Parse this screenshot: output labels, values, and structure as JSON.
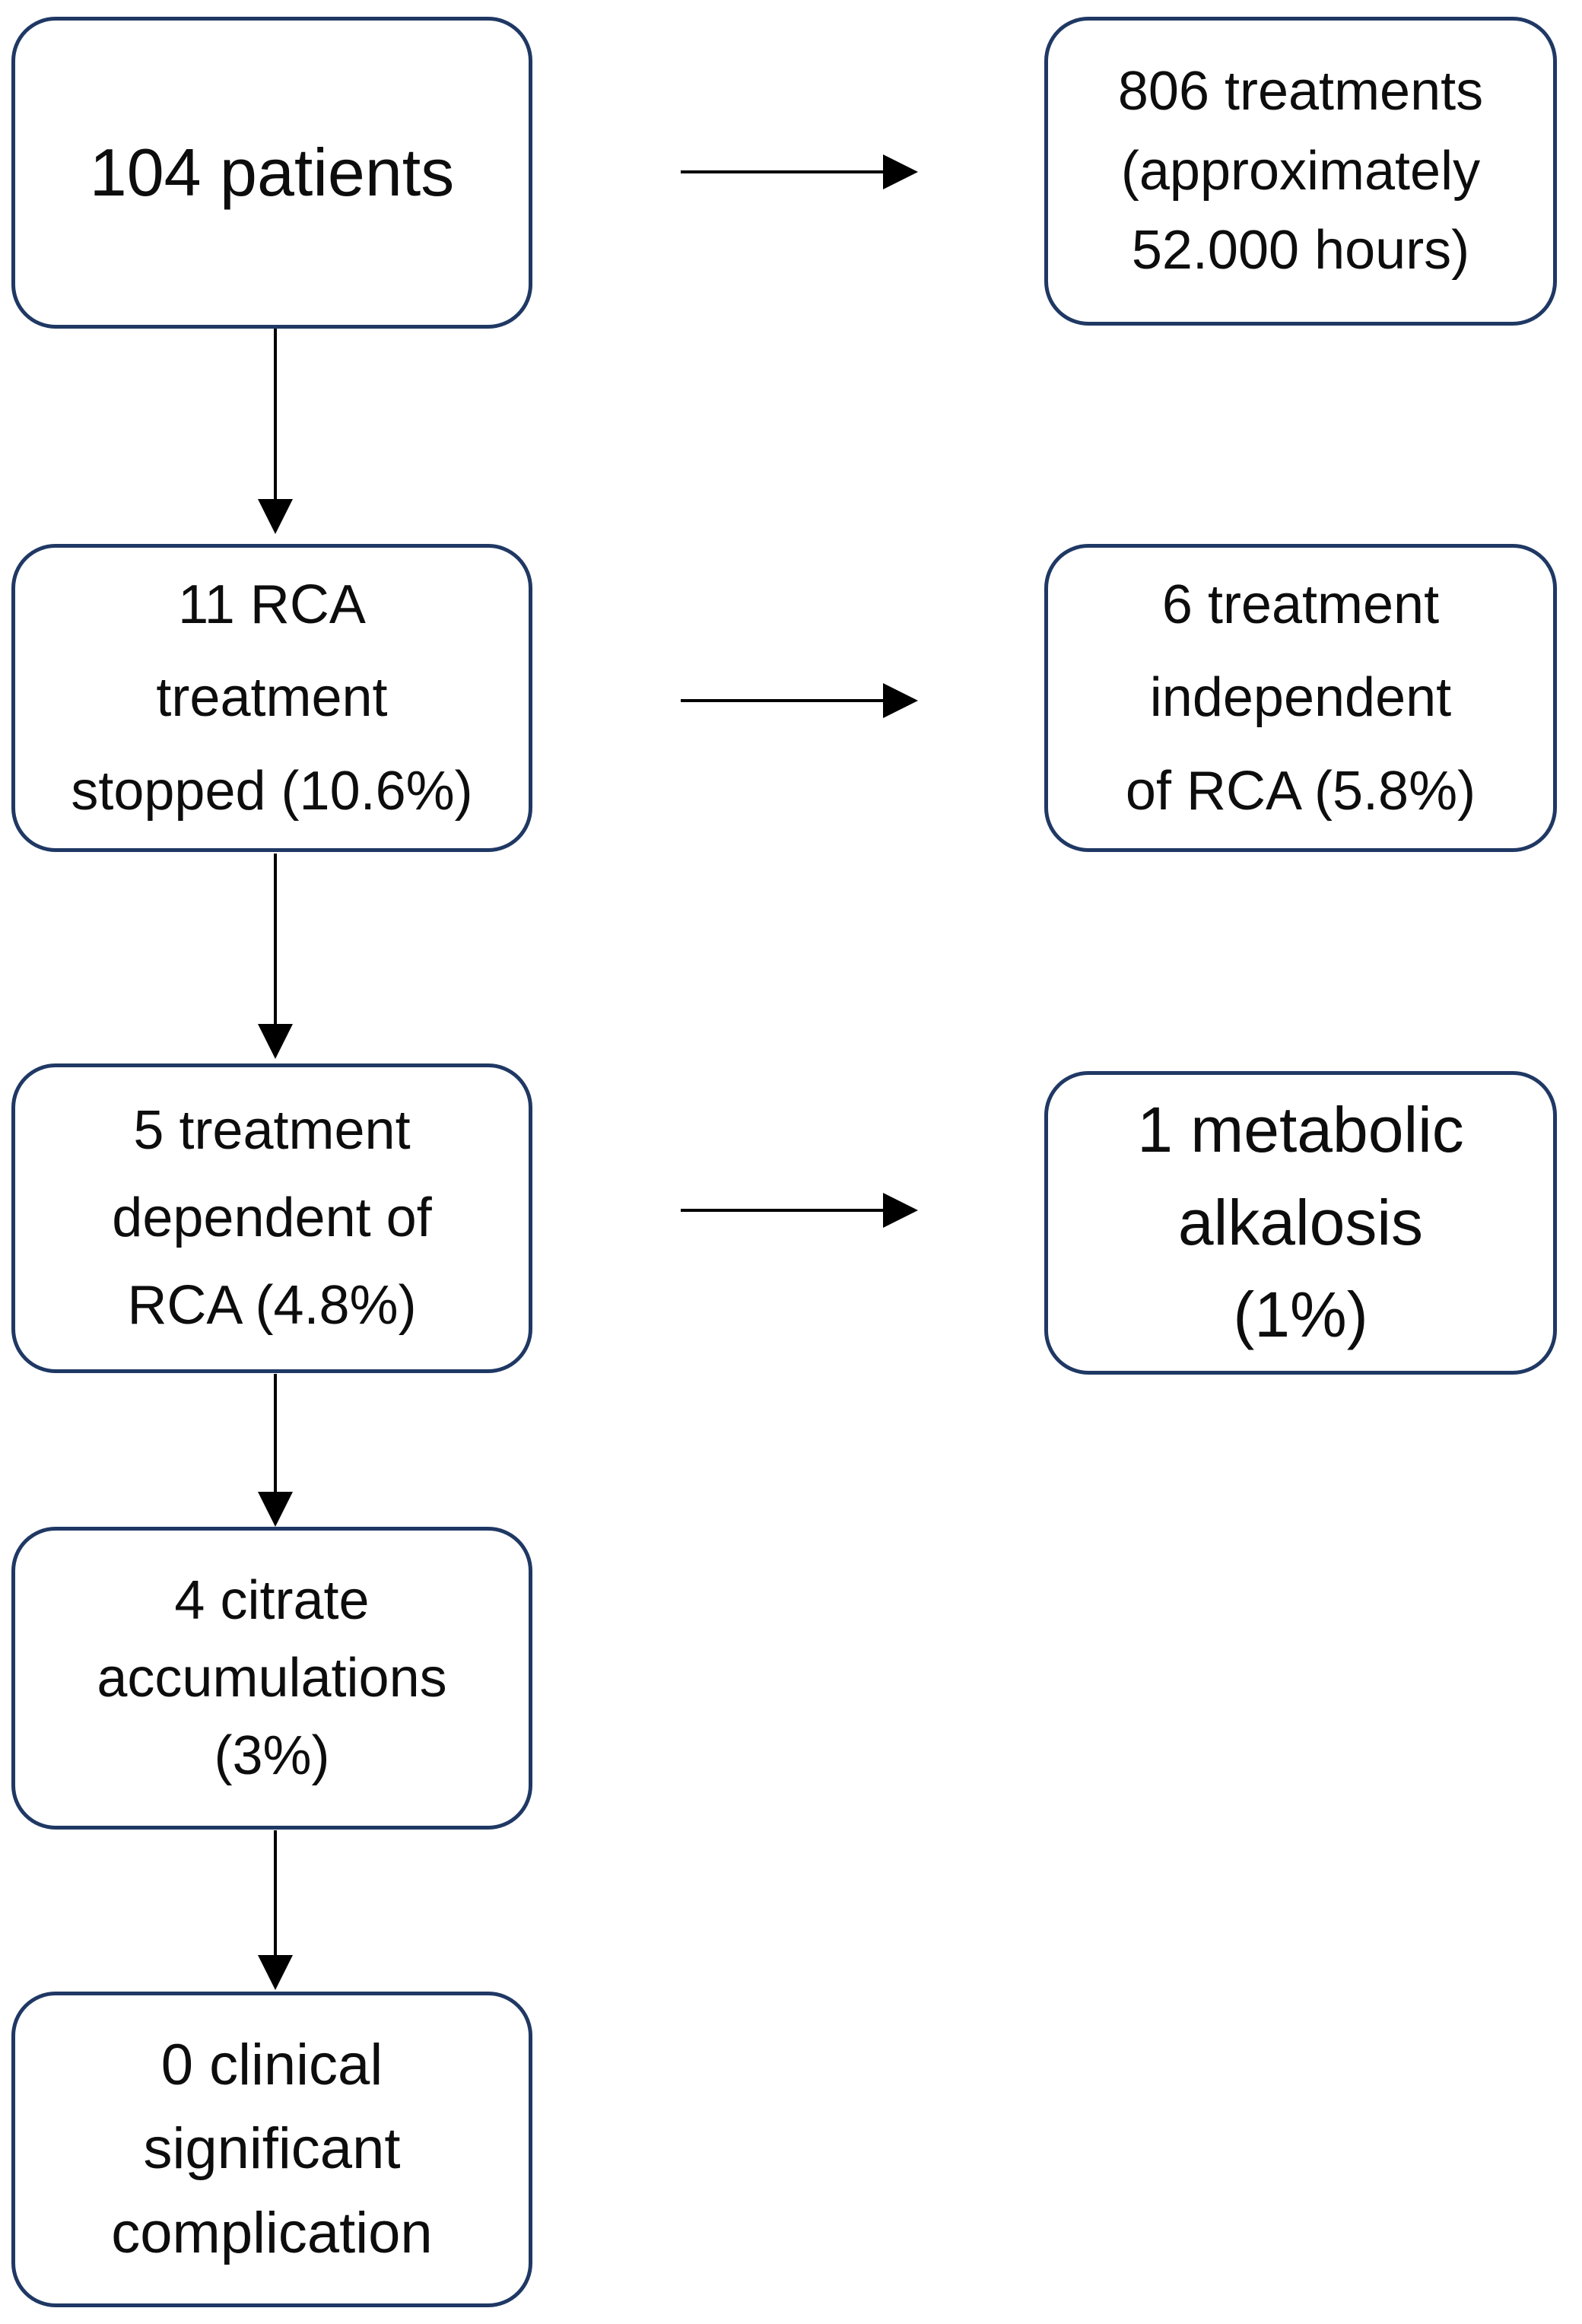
{
  "figure": {
    "type": "flowchart",
    "background_color": "#ffffff",
    "box_border_color": "#1f3864",
    "arrow_color": "#000000",
    "text_color": "#0d0d0d",
    "nodes": {
      "patients": {
        "text": "104 patients"
      },
      "treatments": {
        "text": "806 treatments\n(approximately\n52.000 hours)"
      },
      "rca_stopped": {
        "text": "11 RCA\ntreatment\nstopped (10.6%)"
      },
      "independent": {
        "text": "6 treatment\nindependent\nof RCA (5.8%)"
      },
      "dependent": {
        "text": "5 treatment\ndependent of\nRCA (4.8%)"
      },
      "alkalosis": {
        "text": "1 metabolic\nalkalosis\n(1%)"
      },
      "citrate": {
        "text": "4 citrate\naccumulations\n(3%)"
      },
      "no_complication": {
        "text": "0 clinical\nsignificant\ncomplication"
      }
    },
    "edges": [
      {
        "from": "patients",
        "to": "treatments",
        "direction": "right"
      },
      {
        "from": "patients",
        "to": "rca_stopped",
        "direction": "down"
      },
      {
        "from": "rca_stopped",
        "to": "independent",
        "direction": "right"
      },
      {
        "from": "rca_stopped",
        "to": "dependent",
        "direction": "down"
      },
      {
        "from": "dependent",
        "to": "alkalosis",
        "direction": "right"
      },
      {
        "from": "dependent",
        "to": "citrate",
        "direction": "down"
      },
      {
        "from": "citrate",
        "to": "no_complication",
        "direction": "down"
      }
    ]
  }
}
